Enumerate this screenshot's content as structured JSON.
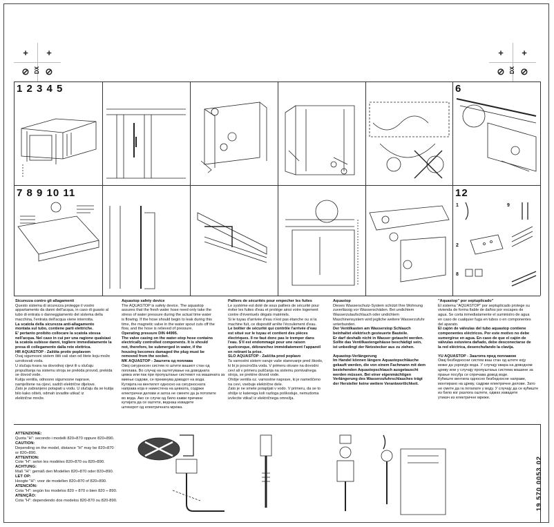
{
  "header": {
    "left_marks": {
      "tl": "+",
      "tr": "+",
      "bl": "⊘",
      "bm": "DX",
      "br": "⊘"
    },
    "right_marks": {
      "tl": "+",
      "tr": "+",
      "bl": "⊘",
      "bm": "DX",
      "br": "⊘"
    }
  },
  "steps": {
    "row1": "1 2 3 4 5",
    "row1_right": "6",
    "row2": "7 8 9 10 11",
    "row2_right": "12",
    "panel12_items": [
      "1",
      "9",
      "2",
      "8"
    ]
  },
  "columns": [
    {
      "lines": [
        {
          "t": "Sicurezza contro gli allagamenti",
          "b": true
        },
        {
          "t": "Questo sistema di sicurezza protegge il vostro"
        },
        {
          "t": "appartamento da danni dell'acqua, in caso di guasto al"
        },
        {
          "t": "tubo di entrata o danneggiamento del sistema della"
        },
        {
          "t": "macchina, l'entrata dell'acqua viene interrotta."
        },
        {
          "t": "La scatola della sicurezza anti-allagamento",
          "b": true
        },
        {
          "t": "montata sul tubo, contiene parti elettriche.",
          "b": true
        },
        {
          "t": "E' pertanto proibito collocare la scatola stessa",
          "b": true
        },
        {
          "t": "nell'acqua. Nel caso in cui per una ragione qualsiasi",
          "b": true
        },
        {
          "t": "la scatola subisse danni, togliere immediatamente la",
          "b": true
        },
        {
          "t": "presa di collegamento dalla rete elettrica.",
          "b": true
        },
        {
          "t": "HR AQUASTOP - Zaštita protiv poplavom",
          "b": true
        },
        {
          "t": "Ovaj sigurnosni sistem štiti vaš stan od štete koju može"
        },
        {
          "t": "uzrokovati voda."
        },
        {
          "t": "U slučaju kvara na dovodnoj cijevi ili u slučaju"
        },
        {
          "t": "propuštanja na sistemu stroja se prekida provod, prekida"
        },
        {
          "t": "se dovod vode."
        },
        {
          "t": "Kutija ventila, odnosno sigurnosne naprave,"
        },
        {
          "t": "namještene na cijevi, sadrži električne dijelove."
        },
        {
          "t": "Zato je zabranjeno potapati u vodu. U slučaju da se kutija"
        },
        {
          "t": "bilo kako ošteti, odmah izvadite utikač iz"
        },
        {
          "t": "električne mreže."
        }
      ]
    },
    {
      "lines": [
        {
          "t": "Aquastop safety device",
          "b": true
        },
        {
          "t": "The AQUASTOP is safety device. The aquastop"
        },
        {
          "t": "assures that the fresh water hose need only take the"
        },
        {
          "t": "stress of water pressure during the actual time water"
        },
        {
          "t": "is flowing. If the hose should begin to leak during this"
        },
        {
          "t": "time, the magnetic valve in the water spout cuts off the"
        },
        {
          "t": "flow, and the hose is relieved of pressure."
        },
        {
          "t": "Operating pressure DIN 44995.",
          "b": true
        },
        {
          "t": "The valve casing on the water-stop hose contains",
          "b": true
        },
        {
          "t": "electrically controlled components. It is should",
          "b": true
        },
        {
          "t": "not, therefore, be submerged in water, if the",
          "b": true
        },
        {
          "t": "housing becomes damaged the plug must be",
          "b": true
        },
        {
          "t": "removed from the socket.",
          "b": true
        },
        {
          "t": "MK AQUASTOP - Заштита од поплава",
          "b": true
        },
        {
          "t": "Овој сигурносен систем го штити вашиот стан од"
        },
        {
          "t": "поплава. Во случај на оштетување на доводната"
        },
        {
          "t": "цевка или пак при пропуштање системот на машината за"
        },
        {
          "t": "миење садови, се прекинува доводот на вода."
        },
        {
          "t": "Кутијата на вентилот односно на сигурносната"
        },
        {
          "t": "направа која е наместена на цевката, содржи"
        },
        {
          "t": "електрични делови и затоа не смеете да ја потопите"
        },
        {
          "t": "во вода. Ако се случи од било какви причини"
        },
        {
          "t": "кутијата да се оштети, веднаш извадете"
        },
        {
          "t": "штекерот од електричната мрежа."
        }
      ]
    },
    {
      "lines": [
        {
          "t": "Palliers de sécurités pour empecher les fuites",
          "b": true
        },
        {
          "t": "Le système est doté de sous palliers de sécurité pour"
        },
        {
          "t": "éviter les fuites d'eau et protège ainsi votre logement"
        },
        {
          "t": "contre d'éventuels dégats matériels."
        },
        {
          "t": "Si le tuyau d'arrivée d'eau n'est pas étanche ou si la"
        },
        {
          "t": "machine fuit, ce dispositif arrête l'écoulement d'eau."
        },
        {
          "t": "Le boîtier de sécurité qui contrôle l'arrivée d'eau",
          "b": true
        },
        {
          "t": "est situé sur le tuyau et contient des pièces",
          "b": true
        },
        {
          "t": "électriques. Il ne faut donc pas le tremper dans",
          "b": true
        },
        {
          "t": "l'eau. S'il est endommagé pour une raison",
          "b": true
        },
        {
          "t": "quelconque, débranchez immédiatement l'appareil",
          "b": true
        },
        {
          "t": "en retirant la prise.",
          "b": true
        },
        {
          "t": "SLO AQUASTOP - Zaščita pred poplavo",
          "b": true
        },
        {
          "t": "Ta varnostni sistem varuje vaše stanovanje pred škodo,"
        },
        {
          "t": "ki bi jo povzročila voda. V primeru okvare na dovodni"
        },
        {
          "t": "cevi ali v primeru puščanja na sistemu pomivalnega"
        },
        {
          "t": "stroja, se prekine dovod vode."
        },
        {
          "t": "Ohišje ventila oz. varnostne naprave, ki je nameščeno"
        },
        {
          "t": "na cevi, vsebuje električne dele."
        },
        {
          "t": "Zato je ne smete potapljati v vodo. V primeru, da se to"
        },
        {
          "t": "ohišje iz katerega koli razloga poškoduje, nemudoma"
        },
        {
          "t": "izvlecite vtikač iz električnega omrežja."
        }
      ]
    },
    {
      "lines": [
        {
          "t": "Aquastop",
          "b": true
        },
        {
          "t": "Dieses Wasserschutz-System schützt Ihre Wohnung"
        },
        {
          "t": "zuverlässig vor Wasserschäden. Bei undichtem"
        },
        {
          "t": "Wasserzulaufschlauch oder undichtem"
        },
        {
          "t": "Maschinensystem wird jegliche weitere Wasserzufuhr"
        },
        {
          "t": "unterbunden."
        },
        {
          "t": "Der Ventilkasten am Wasserstop Schlauch",
          "b": true
        },
        {
          "t": "beinhaltet elektrisch gesteuerte Bauteile.",
          "b": true
        },
        {
          "t": "Er darf deshalb nicht in Wasser getaucht werden.",
          "b": true
        },
        {
          "t": "Sollte das Ventilkastengehäuse beschädigt sein,",
          "b": true
        },
        {
          "t": "ist unbedingt der Netzstecker aus zu ziehen.",
          "b": true
        },
        {
          "t": ""
        },
        {
          "t": "Aquastop-Verlängerung",
          "b": true
        },
        {
          "t": "Im Handel können längere Aquastopschläuche",
          "b": true
        },
        {
          "t": "gekauft werden, die von einem Fachmann mit dem",
          "b": true
        },
        {
          "t": "bestehenden Aquastopschlauch ausgetauscht",
          "b": true
        },
        {
          "t": "werden müssen. Bei einer eigenmächtigen",
          "b": true
        },
        {
          "t": "Verlängerung des Wasserzufuhrschlauches trägt",
          "b": true
        },
        {
          "t": "der Hersteller keine weitere Verantwortlichkeit.",
          "b": true
        }
      ]
    },
    {
      "lines": [
        {
          "t": "\"Aquastop\" por septuplicado\"",
          "b": true
        },
        {
          "t": "El sistema \"AQUASTOP\" por septuplicado protege su"
        },
        {
          "t": "vivienda de forma fiable de daños por escapes de"
        },
        {
          "t": "agua. Se corta inmediatamente el suministro de agua"
        },
        {
          "t": "en caso de cualquier fuga en tubos o en componentes"
        },
        {
          "t": "del aparato."
        },
        {
          "t": "El cajón de válvulas del tubo aquastop contiene",
          "b": true
        },
        {
          "t": "componentes eléctricos. Por este motivo no debe",
          "b": true
        },
        {
          "t": "sumergirse en agua. En caso de que el cajón de",
          "b": true
        },
        {
          "t": "válvulas estuviera dañado, debe desconectarse de",
          "b": true
        },
        {
          "t": "la red eléctrica, desenchufando la clavija.",
          "b": true
        },
        {
          "t": ""
        },
        {
          "t": "YU AQUASTOP - Заштита пред поплавом",
          "b": true
        },
        {
          "t": "Овај безбедносни систем ваш стан од штете коју"
        },
        {
          "t": "може да узрокује вода. У случају квара на доводном"
        },
        {
          "t": "цреву или у случају пропуштања система машине за"
        },
        {
          "t": "прање посуђа се спречава довод воде."
        },
        {
          "t": "Кућиште вентила односно безбедносне направе,"
        },
        {
          "t": "монтирано на цреву, садржи електричне делове. Зато"
        },
        {
          "t": "не смете да га потапате у воду. У случају да се кућиште"
        },
        {
          "t": "из било ког разлога оштети, одмах извадите"
        },
        {
          "t": "утикач из електричне мреже."
        }
      ]
    }
  ],
  "attention": [
    {
      "t": "ATTENZIONE:",
      "b": true
    },
    {
      "t": "Quota \"H\": secondo i modelli 820÷870 oppure 820÷890."
    },
    {
      "t": "CAUTION:",
      "b": true
    },
    {
      "t": "Depending on the model, distance \"H\" may be 820÷870"
    },
    {
      "t": "or 820÷890."
    },
    {
      "t": "ATTENTION:",
      "b": true
    },
    {
      "t": "Cote \"H\": selon les modèles 820÷870 ou 820÷890."
    },
    {
      "t": "ACHTUNG:",
      "b": true
    },
    {
      "t": "Maß \"H\": gemäß den Modellen 820÷870 oder 820÷890."
    },
    {
      "t": "LET OP:",
      "b": true
    },
    {
      "t": "Hoogte \"H\": voor de modellen 820÷870 of 820÷890."
    },
    {
      "t": "ATENCIÓN:",
      "b": true
    },
    {
      "t": "Cota \"H\": según los modelos 820 ÷ 870 o bien 820 ÷ 890."
    },
    {
      "t": "ATENÇÃO:",
      "b": true
    },
    {
      "t": "Cota \"H\": dependendo dos modelos 820-870 ou 820-890."
    }
  ],
  "doc_number": "19 570 0053 02"
}
